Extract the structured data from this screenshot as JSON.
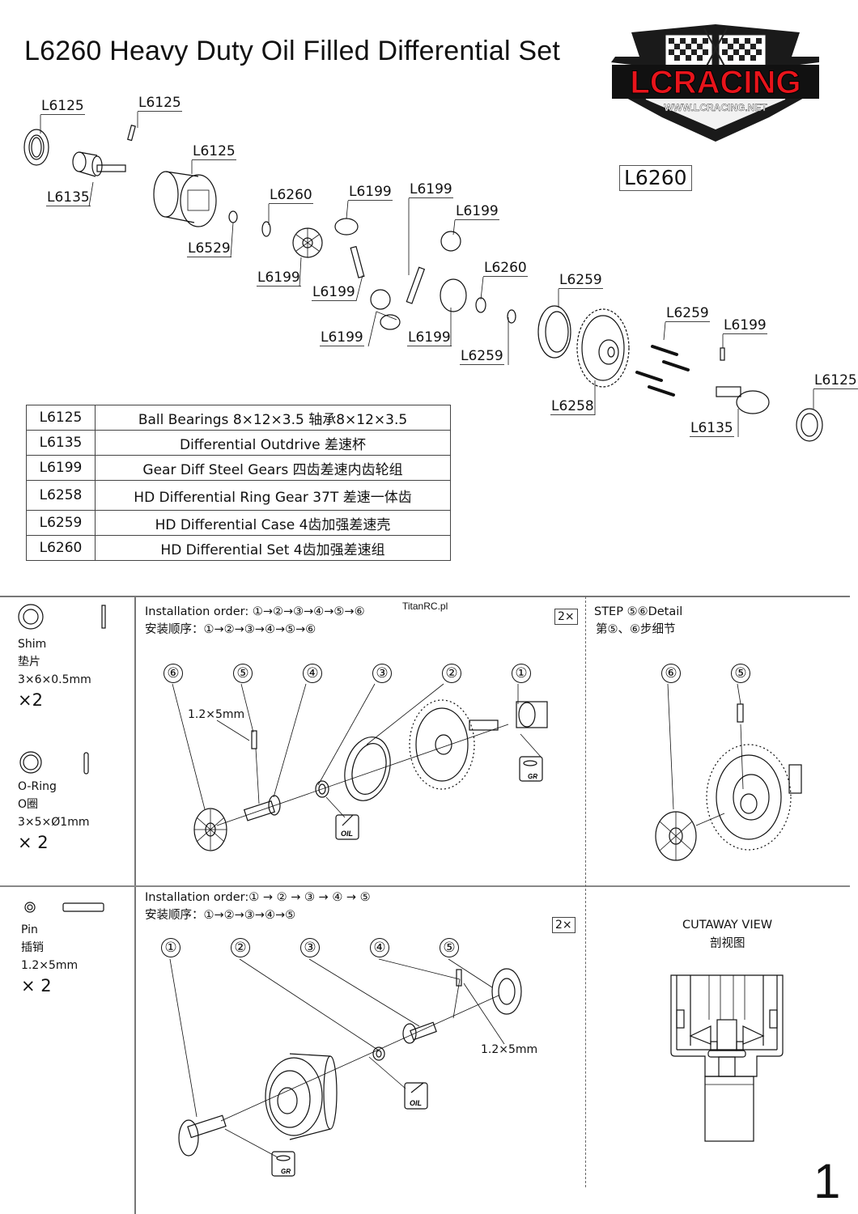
{
  "header": {
    "title": "L6260 Heavy Duty Oil Filled Differential Set",
    "set_code": "L6260"
  },
  "logo": {
    "brand": "LCRACING",
    "url_text": "WWW.LCRACING.NET",
    "accent_color": "#e8141b"
  },
  "exploded_view": {
    "labels": [
      "L6125",
      "L6125",
      "L6125",
      "L6135",
      "L6529",
      "L6260",
      "L6199",
      "L6199",
      "L6199",
      "L6199",
      "L6199",
      "L6199",
      "L6199",
      "L6260",
      "L6259",
      "L6259",
      "L6259",
      "L6199",
      "L6258",
      "L6135",
      "L6125"
    ]
  },
  "parts_table": {
    "rows": [
      {
        "code": "L6125",
        "desc": "Ball Bearings 8×12×3.5 轴承8×12×3.5"
      },
      {
        "code": "L6135",
        "desc": "Differential Outdrive 差速杯"
      },
      {
        "code": "L6199",
        "desc": "Gear Diff Steel Gears 四齿差速内齿轮组"
      },
      {
        "code": "L6258",
        "desc": "HD Differential Ring Gear 37T 差速一体齿"
      },
      {
        "code": "L6259",
        "desc": "HD Differential Case 4齿加强差速壳"
      },
      {
        "code": "L6260",
        "desc": "HD Differential Set 4齿加强差速组"
      }
    ]
  },
  "hardware": [
    {
      "name": "Shim",
      "name_cn": "垫片",
      "size": "3×6×0.5mm",
      "qty": "×2",
      "icon": "shim-icon"
    },
    {
      "name": "O-Ring",
      "name_cn": "O圈",
      "size": "3×5×Ø1mm",
      "qty": "× 2",
      "icon": "o-ring-icon"
    },
    {
      "name": "Pin",
      "name_cn": "插销",
      "size": "1.2×5mm",
      "qty": "× 2",
      "icon": "pin-icon"
    }
  ],
  "step1": {
    "order_en": "Installation order: ①→②→③→④→⑤→⑥",
    "order_cn": "安装顺序：①→②→③→④→⑤→⑥",
    "multiplier": "2×",
    "watermark": "TitanRC.pl",
    "callouts": [
      "⑥",
      "⑤",
      "④",
      "③",
      "②",
      "①"
    ],
    "pin_size": "1.2×5mm",
    "icons": [
      "oil-icon",
      "grease-icon"
    ]
  },
  "detail": {
    "title_en": "STEP ⑤⑥Detail",
    "title_cn": "第⑤、⑥步细节",
    "callouts": [
      "⑥",
      "⑤"
    ]
  },
  "step2": {
    "order_en": "Installation order:① → ② → ③ → ④ → ⑤",
    "order_cn": "安装顺序：①→②→③→④→⑤",
    "multiplier": "2×",
    "callouts": [
      "①",
      "②",
      "③",
      "④",
      "⑤"
    ],
    "pin_size": "1.2×5mm",
    "icons": [
      "oil-icon",
      "grease-icon"
    ]
  },
  "cutaway": {
    "title_en": "CUTAWAY VIEW",
    "title_cn": "剖视图"
  },
  "page_number": "1"
}
